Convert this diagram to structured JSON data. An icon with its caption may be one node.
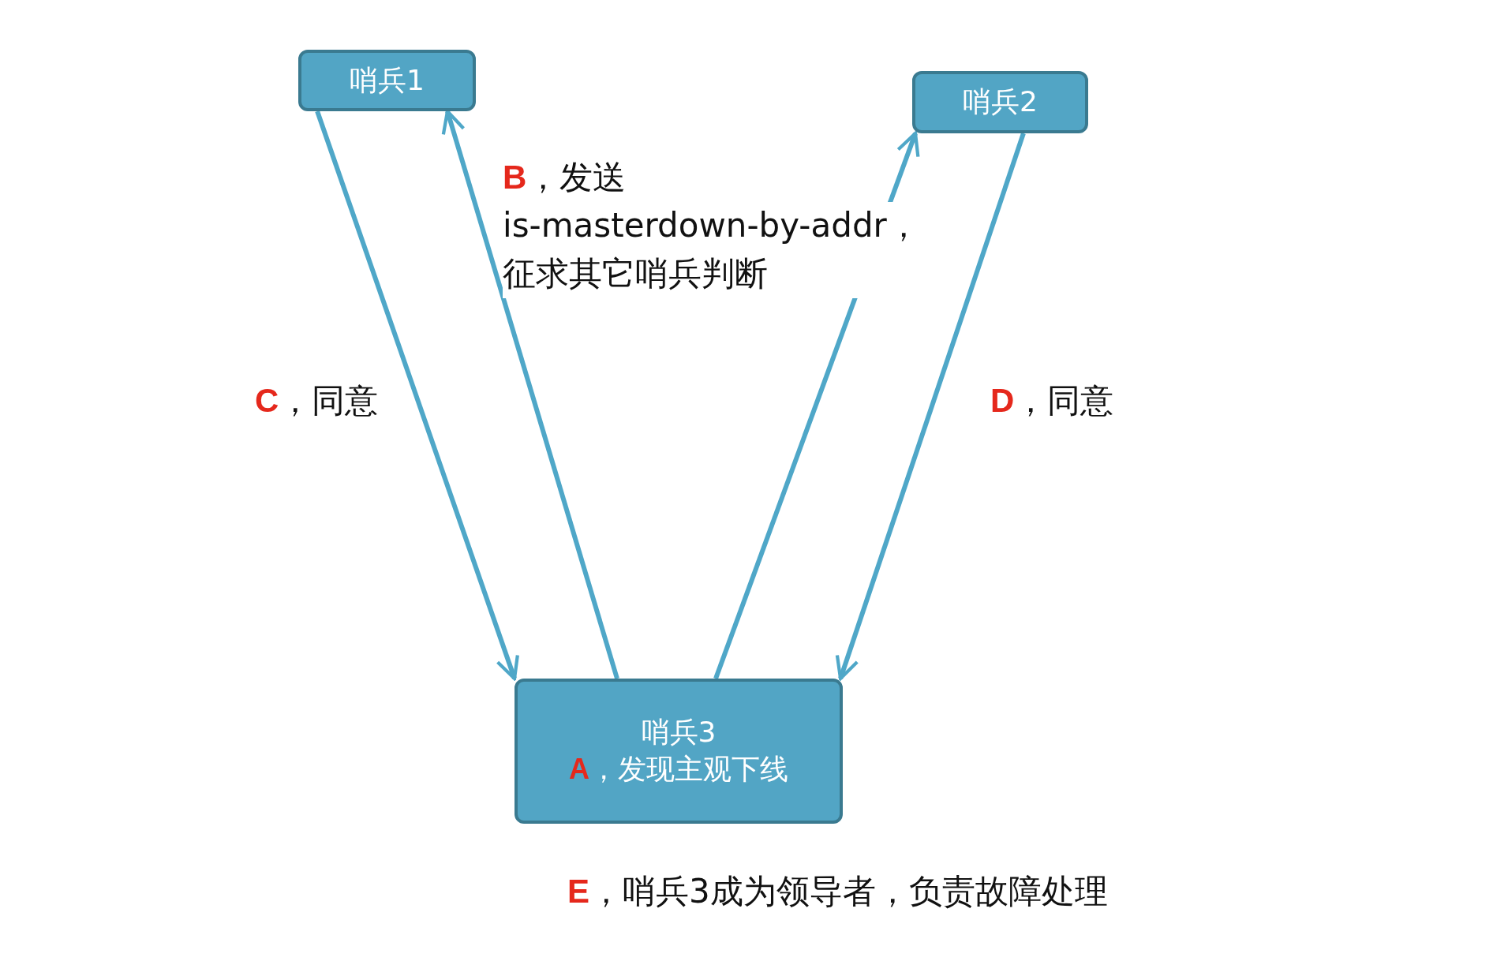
{
  "diagram": {
    "nodes": [
      {
        "text": [
          "哨兵1"
        ]
      },
      {
        "text": [
          "哨兵2"
        ]
      },
      {
        "text": [
          "哨兵3",
          "**A**，发现主观下线"
        ]
      }
    ],
    "edges": [
      {
        "from": 0,
        "to": 2,
        "arrow": "to",
        "label": "**C**，同意"
      },
      {
        "from": 2,
        "to": 0,
        "arrow": "to",
        "label": "**B**，发送 is-masterdown-by-addr，征求其它哨兵判断"
      },
      {
        "from": 2,
        "to": 1,
        "arrow": "to"
      },
      {
        "from": 1,
        "to": 2,
        "arrow": "to",
        "label": "**D**，同意"
      }
    ],
    "labels": [
      "**E**，哨兵3成为领导者，负责故障处理"
    ]
  }
}
